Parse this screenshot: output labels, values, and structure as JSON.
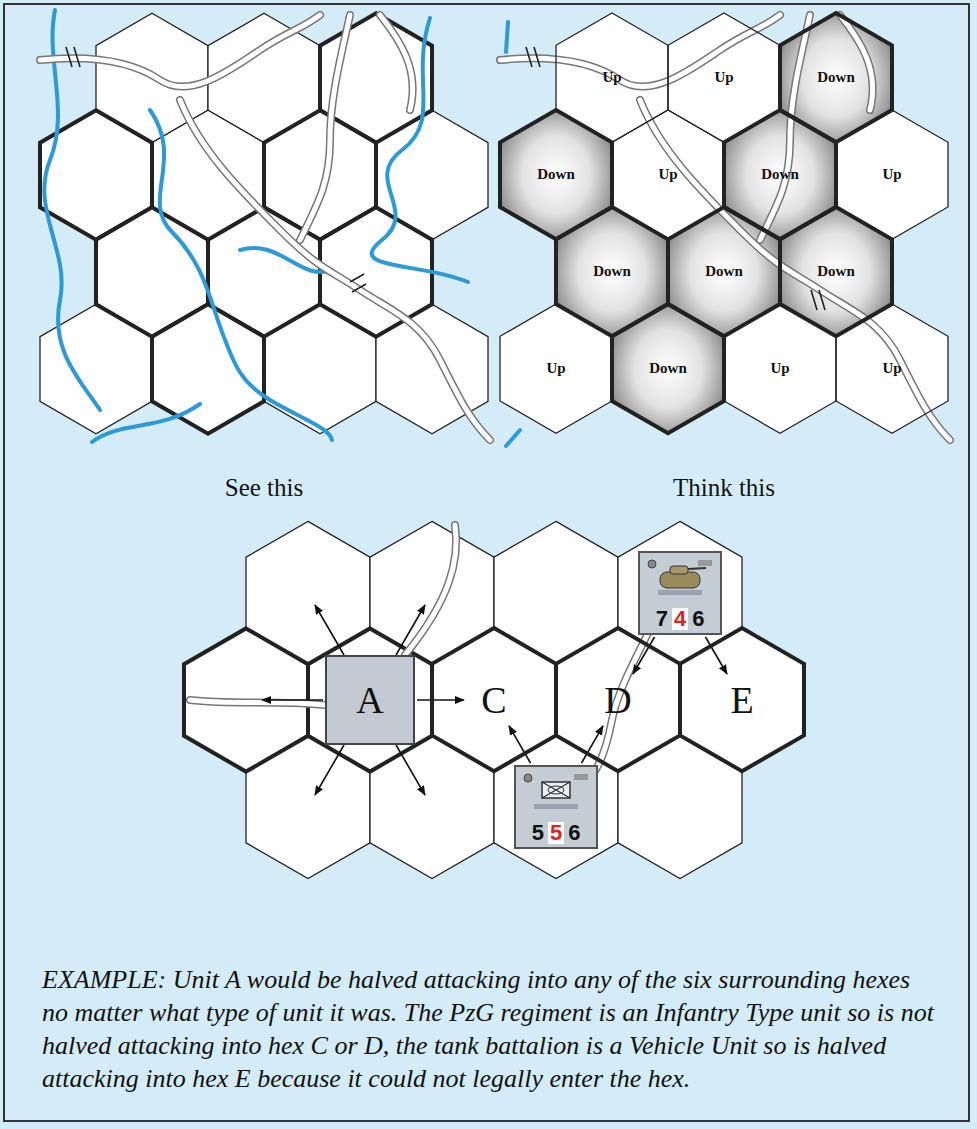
{
  "diagram": {
    "caption": "EXAMPLE: Unit A would be halved attacking into any of the six surrounding hexes no matter what type of unit it was. The PzG regiment is an Infantry Type unit so is not halved attacking into hex C or D, the tank battalion is a Vehicle Unit so is halved attacking into hex E because it could not legally enter the hex.",
    "nodes": [
      {
        "text": [
          "Up"
        ]
      },
      {
        "text": [
          "Up"
        ]
      },
      {
        "text": [
          "Down"
        ]
      },
      {
        "text": [
          "Down"
        ]
      },
      {
        "text": [
          "Up"
        ]
      },
      {
        "text": [
          "Down"
        ]
      },
      {
        "text": [
          "Up"
        ]
      },
      {
        "text": [
          "Down"
        ]
      },
      {
        "text": [
          "Down"
        ]
      },
      {
        "text": [
          "Down"
        ]
      },
      {
        "text": [
          "Up"
        ]
      },
      {
        "text": [
          "Down"
        ]
      },
      {
        "text": [
          "Up"
        ]
      },
      {
        "text": [
          "Up"
        ]
      },
      {
        "text": [
          "A"
        ]
      },
      {
        "text": [
          "7",
          "4",
          "6"
        ]
      },
      {
        "text": [
          "C"
        ]
      },
      {
        "text": [
          "D"
        ]
      },
      {
        "text": [
          "E"
        ]
      },
      {
        "text": [
          "5",
          "5",
          "6"
        ]
      }
    ],
    "edges": [
      {
        "from": 14,
        "to": 16,
        "arrow": "to"
      },
      {
        "from": 15,
        "to": 17,
        "arrow": "to"
      },
      {
        "from": 15,
        "to": 18,
        "arrow": "to"
      },
      {
        "from": 19,
        "to": 16,
        "arrow": "to"
      },
      {
        "from": 19,
        "to": 17,
        "arrow": "to"
      }
    ],
    "labels": [
      "See this",
      "Think this"
    ]
  }
}
